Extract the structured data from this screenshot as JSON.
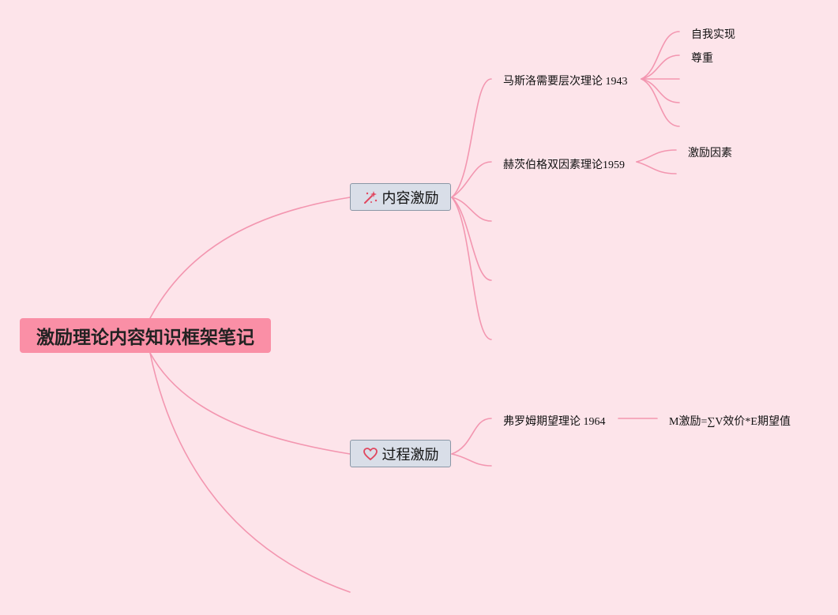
{
  "root": {
    "label": "激励理论内容知识框架笔记"
  },
  "branches": [
    {
      "label": "内容激励",
      "icon": "magic-wand-icon",
      "children": [
        {
          "label": "马斯洛需要层次理论 1943",
          "children": [
            "自我实现",
            "尊重",
            "",
            "",
            ""
          ]
        },
        {
          "label": "赫茨伯格双因素理论1959",
          "children": [
            "激励因素",
            ""
          ]
        },
        {
          "label": "",
          "children": []
        },
        {
          "label": "",
          "children": []
        },
        {
          "label": "",
          "children": []
        }
      ]
    },
    {
      "label": "过程激励",
      "icon": "heart-icon",
      "children": [
        {
          "label": "弗罗姆期望理论 1964",
          "children": [
            "M激励=∑V效价*E期望值"
          ]
        },
        {
          "label": "",
          "children": []
        }
      ]
    },
    {
      "label": "",
      "children": []
    }
  ],
  "colors": {
    "background": "#fde4ea",
    "root": "#fa8fa6",
    "topic": "#d9dee8",
    "line": "#f396b0",
    "icon_red": "#e0475f"
  }
}
